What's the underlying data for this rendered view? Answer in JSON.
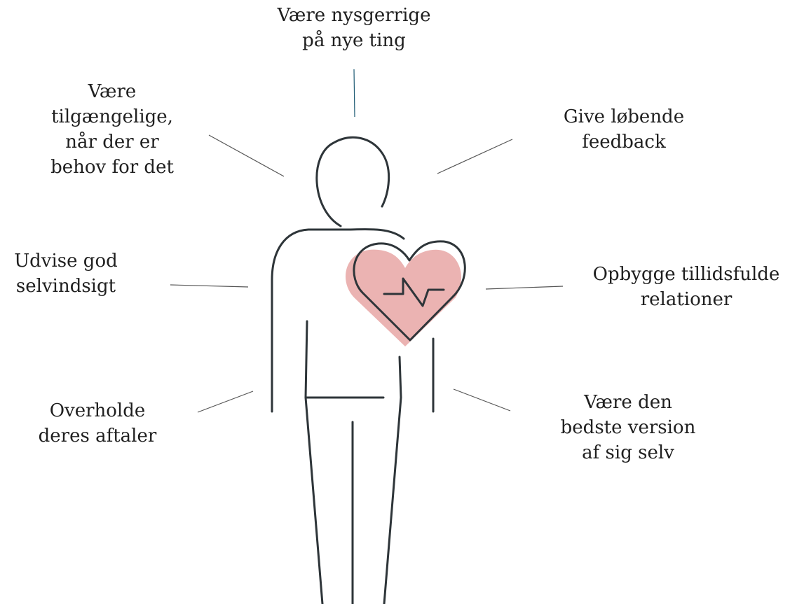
{
  "colors": {
    "line": "#2e3539",
    "heart_fill": "#ebb3b2",
    "connector": "#555555",
    "top_connector": "#1d5a73"
  },
  "labels": {
    "top": [
      "Være nysgerrige",
      "på nye ting"
    ],
    "top_left": [
      "Være",
      "tilgængelige,",
      "når der er",
      "behov for det"
    ],
    "top_right": [
      "Give løbende",
      "feedback"
    ],
    "mid_left": [
      "Udvise god",
      "selvindsigt"
    ],
    "mid_right": [
      "Opbygge tillidsfulde",
      "relationer"
    ],
    "bottom_left": [
      "Overholde",
      "deres aftaler"
    ],
    "bottom_right": [
      "Være den",
      "bedste version",
      "af sig selv"
    ]
  },
  "icons": {
    "figure": "person-outline-icon",
    "heart": "heart-icon",
    "pulse": "heartbeat-pulse-icon"
  }
}
